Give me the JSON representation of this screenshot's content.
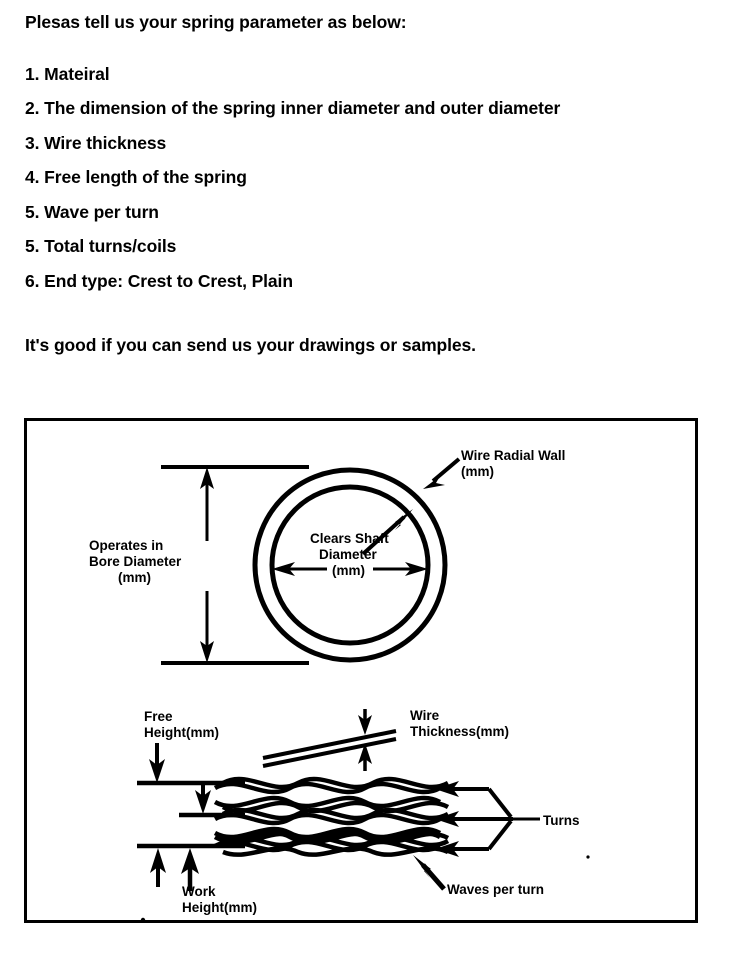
{
  "document": {
    "intro": "Plesas tell us your spring parameter as below:",
    "parameters": [
      "1. Mateiral",
      "2. The dimension of the spring inner diameter and outer diameter",
      "3. Wire thickness",
      "4. Free length of the spring",
      "5. Wave per turn",
      "5. Total turns/coils",
      "6. End type: Crest to Crest, Plain"
    ],
    "closing": "It's good if you can send us your drawings or samples."
  },
  "figure": {
    "top_diagram": {
      "name": "wave-spring-top-view",
      "labels": {
        "bore_diameter": [
          "Operates in",
          "Bore Diameter",
          "(mm)"
        ],
        "shaft_diameter": [
          "Clears Shaft",
          "Diameter",
          "(mm)"
        ],
        "wire_radial_wall": [
          "Wire Radial Wall",
          "(mm)"
        ]
      }
    },
    "bottom_diagram": {
      "name": "wave-spring-side-view",
      "labels": {
        "free_height": [
          "Free",
          "Height(mm)"
        ],
        "work_height": [
          "Work",
          "Height(mm)"
        ],
        "wire_thickness": [
          "Wire",
          "Thickness(mm)"
        ],
        "turns": "Turns",
        "waves_per_turn": "Waves per turn"
      }
    }
  },
  "colors": {
    "ink": "#000000",
    "paper": "#ffffff"
  }
}
